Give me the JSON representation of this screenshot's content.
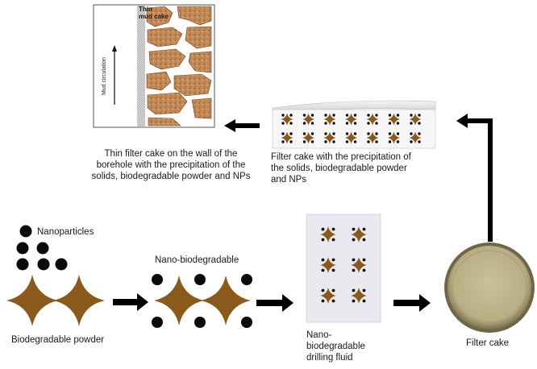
{
  "colors": {
    "brown": "#8b5a1b",
    "particle": "#0a0a0a",
    "arrow": "#000000",
    "panel": "#e8e8ee",
    "cake_outer": "#b8ab80",
    "cake_inner": "#c2b68f",
    "mud": "#b87a4a"
  },
  "labels": {
    "nanoparticles": "Nanoparticles",
    "biodegradable_powder": "Biodegradable powder",
    "nano_biodegradable": "Nano-biodegradable",
    "drilling_fluid": [
      "Nano-",
      "biodegradable",
      "drilling fluid"
    ],
    "filter_cake": "Filter cake",
    "precipitation_cake": [
      "Filter cake with the precipitation of",
      "the solids, biodegradable powder",
      "and NPs"
    ],
    "thin_cake_wall": [
      "Thin filter cake on the wall of the",
      "borehole with the precipitation of the",
      "solids, biodegradable powder and NPs"
    ],
    "thin_mud_cake": [
      "Thin",
      "mud cake"
    ],
    "mud_circulation": "Mud circulation"
  }
}
